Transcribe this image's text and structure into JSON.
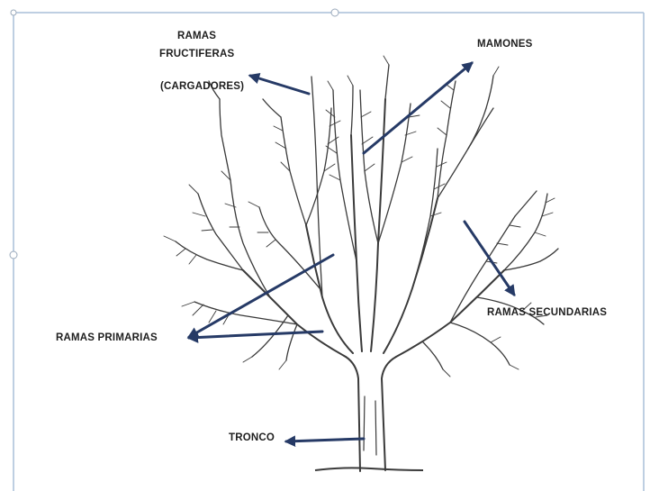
{
  "labels": {
    "ramas_fructiferas_1": "RAMAS",
    "ramas_fructiferas_2": "FRUCTIFERAS",
    "cargadores": "(CARGADORES)",
    "mamones": "MAMONES",
    "ramas_secundarias": "RAMAS SECUNDARIAS",
    "ramas_primarias": "RAMAS PRIMARIAS",
    "tronco": "TRONCO"
  },
  "colors": {
    "arrow": "#263a66",
    "branch": "#3a3a3a",
    "frame": "#a9bfd8",
    "text": "#1e1e1e"
  }
}
